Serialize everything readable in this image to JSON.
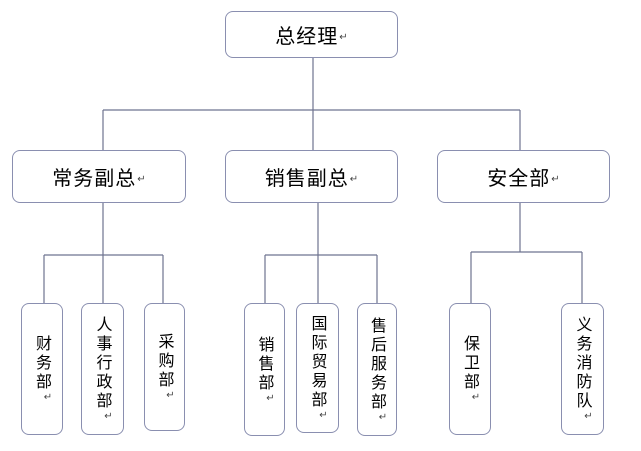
{
  "return_mark": "↵",
  "top": {
    "label": "总经理"
  },
  "level2": [
    {
      "label": "常务副总"
    },
    {
      "label": "销售副总"
    },
    {
      "label": "安全部"
    }
  ],
  "level3": [
    {
      "label": "财务部"
    },
    {
      "label": "人事行政部"
    },
    {
      "label": "采购部"
    },
    {
      "label": "销售部"
    },
    {
      "label": "国际贸易部"
    },
    {
      "label": "售后服务部"
    },
    {
      "label": "保卫部"
    },
    {
      "label": "义务消防队"
    }
  ]
}
